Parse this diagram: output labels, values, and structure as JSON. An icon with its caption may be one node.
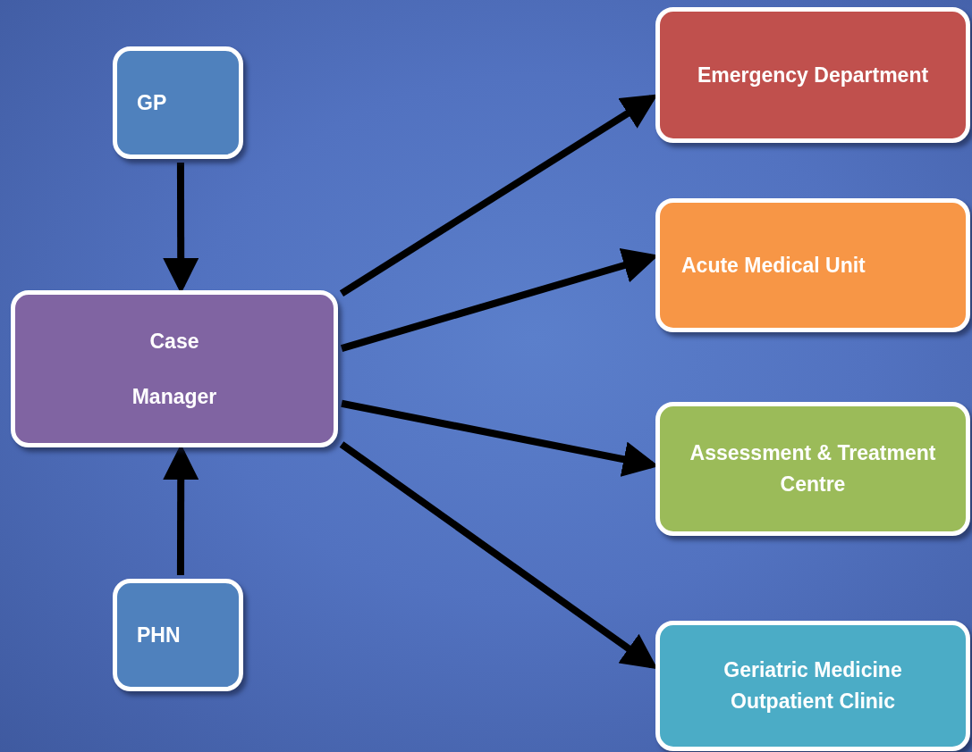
{
  "diagram": {
    "nodes": [
      {
        "text": [
          "GP"
        ]
      },
      {
        "text": [
          "Case Manager"
        ]
      },
      {
        "text": [
          "PHN"
        ]
      },
      {
        "text": [
          "Emergency Department"
        ]
      },
      {
        "text": [
          "Acute Medical Unit"
        ]
      },
      {
        "text": [
          "Assessment & Treatment Centre"
        ]
      },
      {
        "text": [
          "Geriatric Medicine Outpatient Clinic"
        ]
      }
    ],
    "edges": [
      {
        "from": 0,
        "to": 1,
        "arrow": "to"
      },
      {
        "from": 2,
        "to": 1,
        "arrow": "to"
      },
      {
        "from": 1,
        "to": 3,
        "arrow": "to"
      },
      {
        "from": 1,
        "to": 4,
        "arrow": "to"
      },
      {
        "from": 1,
        "to": 5,
        "arrow": "to"
      },
      {
        "from": 1,
        "to": 6,
        "arrow": "to"
      }
    ]
  }
}
